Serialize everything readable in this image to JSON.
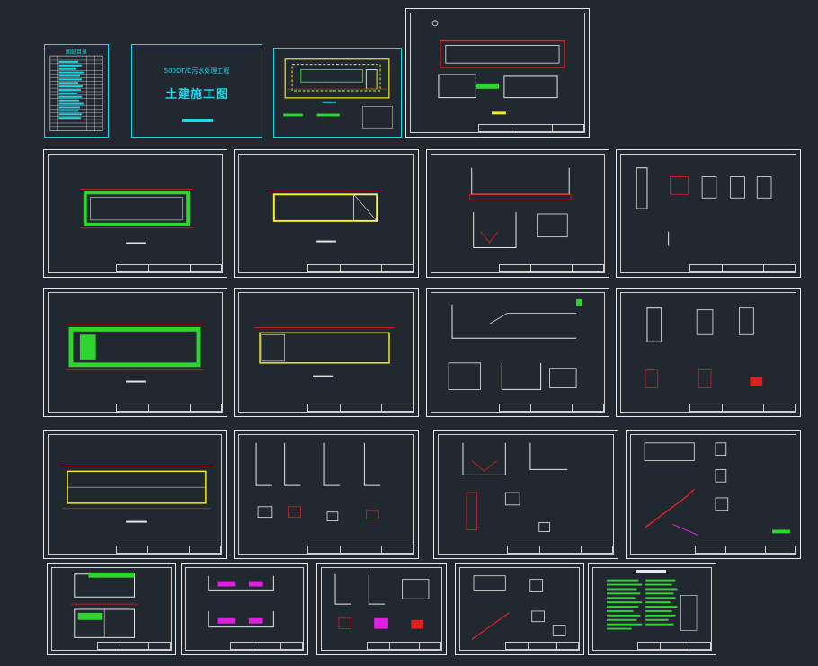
{
  "drawing_set": {
    "cover": {
      "subtitle": "500DT/D污水处理工程",
      "title": "土建施工图"
    },
    "index_sheet": {
      "title": "图纸目录"
    }
  }
}
